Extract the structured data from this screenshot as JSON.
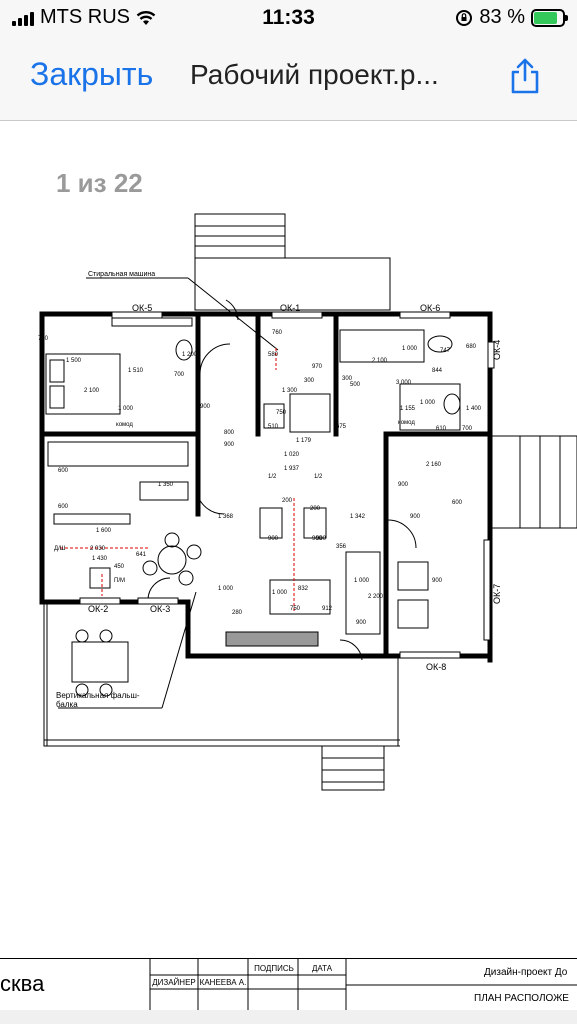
{
  "status": {
    "carrier": "MTS RUS",
    "time": "11:33",
    "battery_percent": "83 %",
    "battery_level": 0.83
  },
  "nav": {
    "close_label": "Закрыть",
    "title": "Рабочий проект.р...",
    "share_icon": "share-icon"
  },
  "viewer": {
    "page_counter": "1 из 22"
  },
  "plan": {
    "windows": [
      "ОК-5",
      "ОК-1",
      "ОК-6",
      "ОК-4",
      "ОК-2",
      "ОК-3",
      "ОК-7",
      "ОК-8"
    ],
    "labels": {
      "washer": "Стиральная машина",
      "beam": "Вертикальная фальш-",
      "beam2": "балка",
      "dresser1": "комод",
      "dresser2": "комод",
      "fridge": "П/М",
      "wc": "Д/Ш"
    },
    "dims": [
      "710",
      "1 500",
      "1 510",
      "2 100",
      "1 000",
      "700",
      "1 200",
      "900",
      "760",
      "580",
      "1 300",
      "750",
      "510",
      "800",
      "900",
      "1 020",
      "1 937",
      "1/2",
      "1/2",
      "200",
      "1 179",
      "1 350",
      "600",
      "1 600",
      "2 030",
      "1 430",
      "641",
      "450",
      "1 368",
      "900",
      "900",
      "1 342",
      "832",
      "750",
      "912",
      "356",
      "2 200",
      "900",
      "900",
      "900",
      "1 000",
      "2 100",
      "844",
      "747",
      "680",
      "1 400",
      "610",
      "700",
      "2 160",
      "900",
      "600",
      "1 000",
      "1 000",
      "280",
      "200",
      "900",
      "600",
      "3 000",
      "1 155",
      "1 000",
      "500",
      "300",
      "970",
      "300",
      "1 000",
      "675"
    ]
  },
  "title_block": {
    "city": "сква",
    "col_podpis": "ПОДПИСЬ",
    "col_data": "ДАТА",
    "row_designer": "ДИЗАЙНЕР",
    "designer_name": "КАНЕЕВА А.",
    "project": "Дизайн-проект До",
    "sheet": "ПЛАН РАСПОЛОЖЕ"
  }
}
